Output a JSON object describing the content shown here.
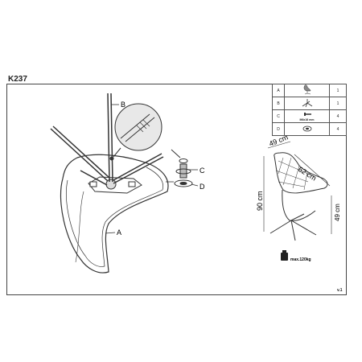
{
  "header": {
    "model": "K237",
    "version": "v.1"
  },
  "callouts": {
    "a": "A",
    "b": "B",
    "c": "C",
    "d": "D"
  },
  "parts": [
    {
      "letter": "A",
      "icon": "seat-icon",
      "caption": "",
      "qty": "1"
    },
    {
      "letter": "B",
      "icon": "base-icon",
      "caption": "",
      "qty": "1"
    },
    {
      "letter": "C",
      "icon": "screw-icon",
      "caption": "M6x16 mm",
      "qty": "4"
    },
    {
      "letter": "D",
      "icon": "washer-icon",
      "caption": "",
      "qty": "4"
    }
  ],
  "dimensions": {
    "depth": "49 cm",
    "width": "62 cm",
    "height": "90 cm",
    "seat_height": "49 cm"
  },
  "max_load": "max.120kg"
}
